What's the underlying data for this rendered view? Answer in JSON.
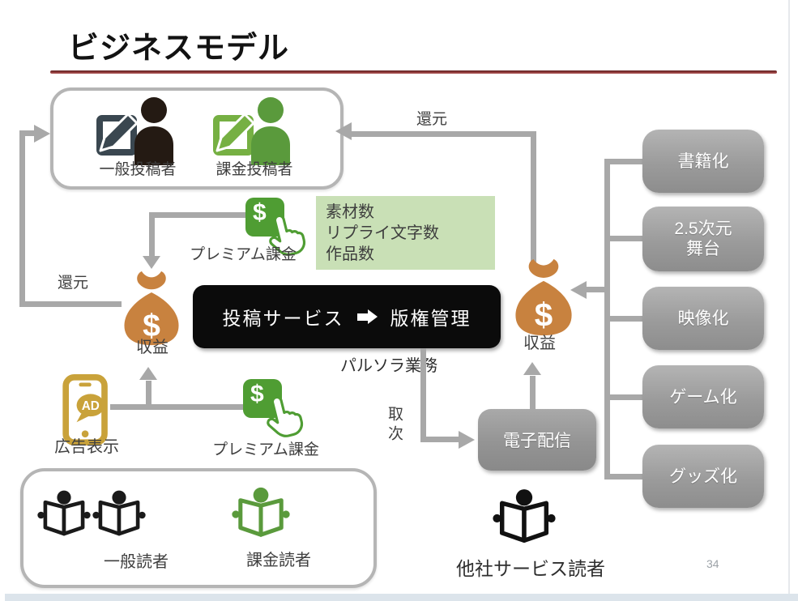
{
  "slide": {
    "title": "ビジネスモデル",
    "page_number": "34"
  },
  "top_group": {
    "general_label": "一般投稿者",
    "paying_label": "課金投稿者"
  },
  "flows": {
    "return_top": "還元",
    "return_left": "還元",
    "premium_top": "プレミアム課金",
    "premium_bottom": "プレミアム課金",
    "ad_display": "広告表示",
    "revenue_left": "収益",
    "revenue_right": "収益",
    "agency": "取次"
  },
  "metrics_box": {
    "line1": "素材数",
    "line2": "リプライ文字数",
    "line3": "作品数"
  },
  "core": {
    "service": "投稿サービス",
    "management": "版権管理",
    "caption": "パルソラ業務"
  },
  "digital": {
    "label": "電子配信"
  },
  "licensing": {
    "boxes": [
      {
        "l1": "書籍化"
      },
      {
        "l1": "2.5次元",
        "l2": "舞台"
      },
      {
        "l1": "映像化"
      },
      {
        "l1": "ゲーム化"
      },
      {
        "l1": "グッズ化"
      }
    ]
  },
  "readers": {
    "general": "一般読者",
    "paying": "課金読者",
    "external": "他社サービス読者"
  },
  "icons": {
    "dollar": "$",
    "ad": "AD"
  },
  "colors": {
    "accent_red": "#8f3537",
    "connector_gray": "#a8a8a8",
    "green": "#4f9d33",
    "light_green_bg": "#c9e0b6",
    "orange": "#c8823f",
    "gold": "#c9a23a",
    "box_gray": "#9c9c9c"
  }
}
